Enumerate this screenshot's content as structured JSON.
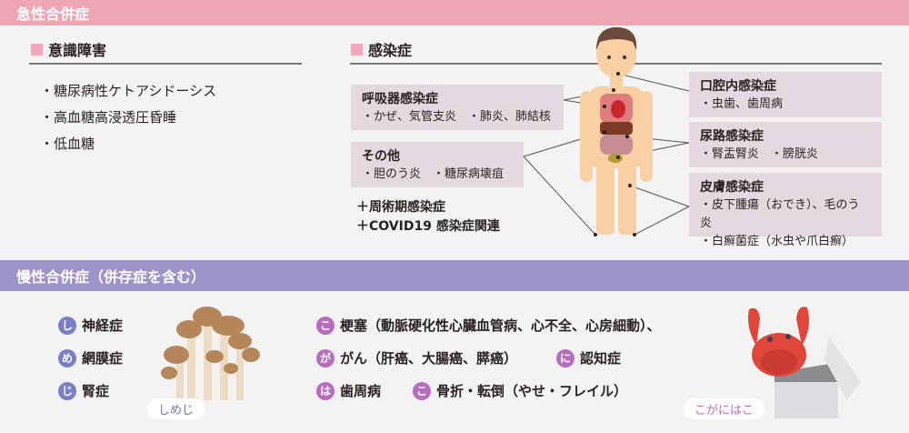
{
  "acute": {
    "title": "急性合併症",
    "consciousness": {
      "heading": "意識障害",
      "items": [
        "・糖尿病性ケトアシドーシス",
        "・高血糖高浸透圧昏睡",
        "・低血糖"
      ]
    },
    "infection": {
      "heading": "感染症",
      "boxes": [
        {
          "title": "呼吸器感染症",
          "lines": [
            "・かぜ、気管支炎　・肺炎、肺結核"
          ]
        },
        {
          "title": "その他",
          "lines": [
            "・胆のう炎　・糖尿病壊疽"
          ]
        },
        {
          "title": "口腔内感染症",
          "lines": [
            "・虫歯、歯周病"
          ]
        },
        {
          "title": "尿路感染症",
          "lines": [
            "・腎盂腎炎　・膀胱炎"
          ]
        },
        {
          "title": "皮膚感染症",
          "lines": [
            "・皮下腫瘍（おでき）、毛のう炎",
            "・白癬菌症（水虫や爪白癬）"
          ]
        }
      ],
      "extras": [
        "＋周術期感染症",
        "＋COVID19 感染症関連"
      ]
    }
  },
  "chronic": {
    "title": "慢性合併症（併存症を含む）",
    "shimeji": {
      "label": "しめじ",
      "items": [
        {
          "badge": "し",
          "text": "神経症"
        },
        {
          "badge": "め",
          "text": "網膜症"
        },
        {
          "badge": "じ",
          "text": "腎症"
        }
      ]
    },
    "kaganihako": {
      "label": "こがにはこ",
      "rows": [
        [
          {
            "badge": "こ",
            "text": "梗塞（動脈硬化性心臓血管病、心不全、心房細動）、"
          }
        ],
        [
          {
            "badge": "が",
            "text": "がん（肝癌、大腸癌、膵癌）"
          },
          {
            "badge": "に",
            "text": "認知症"
          }
        ],
        [
          {
            "badge": "は",
            "text": "歯周病"
          },
          {
            "badge": "こ",
            "text": "骨折・転倒（やせ・フレイル）"
          }
        ]
      ]
    }
  },
  "colors": {
    "acute_band": "#eea6b4",
    "chronic_band": "#9d93c8",
    "box": "#e4d9e0",
    "badge_blue": "#7b80c4",
    "badge_purple": "#b76cbf"
  }
}
